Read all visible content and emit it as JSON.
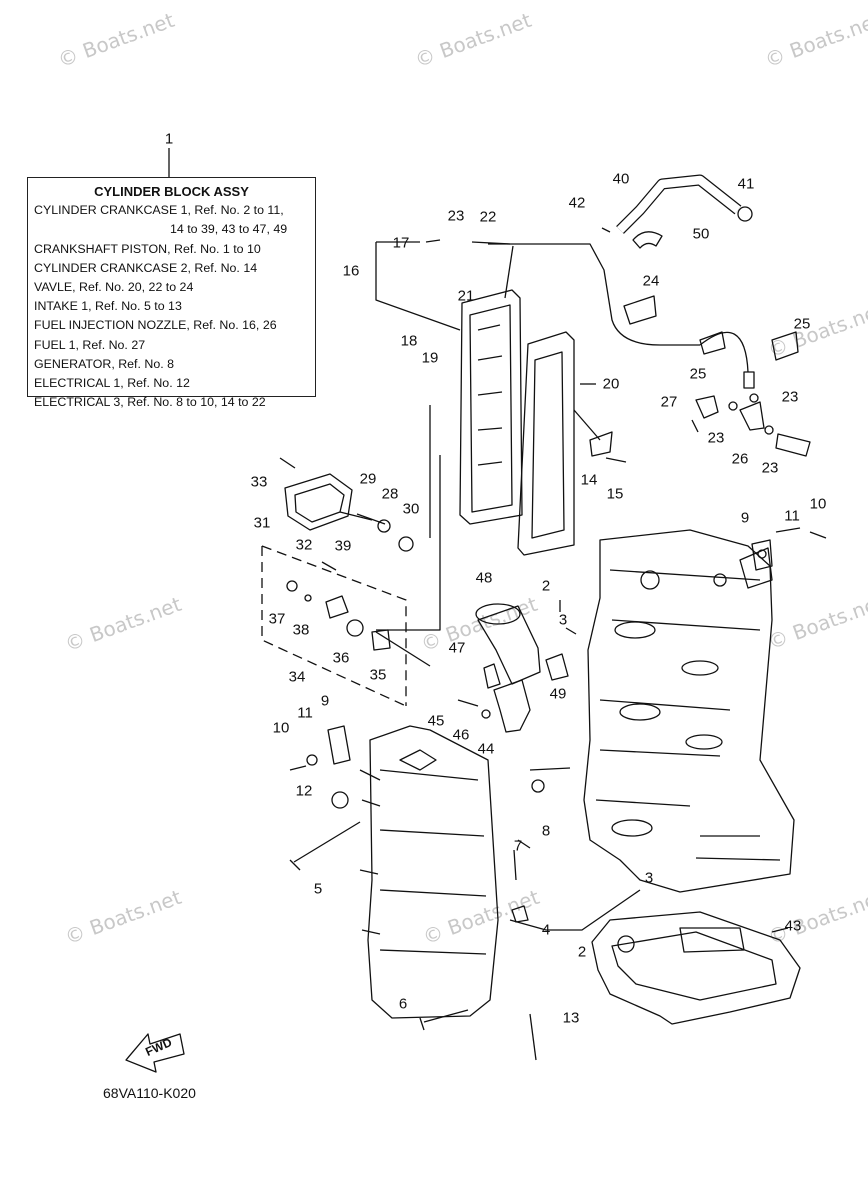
{
  "watermark": "© Boats.net",
  "legend": {
    "title": "CYLINDER BLOCK ASSY",
    "lines": [
      "CYLINDER CRANKCASE 1,  Ref. No. 2 to 11,",
      "14 to 39, 43 to 47, 49",
      "CRANKSHAFT PISTON,  Ref. No. 1 to 10",
      "CYLINDER CRANKCASE 2,  Ref. No. 14",
      "VAVLE,  Ref. No. 20, 22 to 24",
      "INTAKE 1,  Ref. No. 5 to 13",
      "FUEL INJECTION NOZZLE,  Ref. No. 16, 26",
      "FUEL 1,  Ref. No. 27",
      "GENERATOR,  Ref. No. 8",
      "ELECTRICAL 1,  Ref. No. 12",
      "ELECTRICAL 3,  Ref. No. 8 to 10, 14 to 22"
    ]
  },
  "callouts": {
    "c1": "1",
    "c2a": "2",
    "c2b": "2",
    "c3a": "3",
    "c3b": "3",
    "c4": "4",
    "c5": "5",
    "c6": "6",
    "c7": "7",
    "c8": "8",
    "c9a": "9",
    "c9b": "9",
    "c10a": "10",
    "c10b": "10",
    "c11a": "11",
    "c11b": "11",
    "c12": "12",
    "c13": "13",
    "c14": "14",
    "c15": "15",
    "c16": "16",
    "c17": "17",
    "c18": "18",
    "c19": "19",
    "c20": "20",
    "c21": "21",
    "c22": "22",
    "c23a": "23",
    "c23b": "23",
    "c23c": "23",
    "c23d": "23",
    "c24": "24",
    "c25a": "25",
    "c25b": "25",
    "c26": "26",
    "c27": "27",
    "c28": "28",
    "c29": "29",
    "c30": "30",
    "c31": "31",
    "c32": "32",
    "c33": "33",
    "c34": "34",
    "c35": "35",
    "c36": "36",
    "c37": "37",
    "c38": "38",
    "c39": "39",
    "c40": "40",
    "c41": "41",
    "c42": "42",
    "c43": "43",
    "c44": "44",
    "c45": "45",
    "c46": "46",
    "c47": "47",
    "c48": "48",
    "c49": "49",
    "c50": "50"
  },
  "fwd_label": "FWD",
  "diagram_code": "68VA110-K020"
}
